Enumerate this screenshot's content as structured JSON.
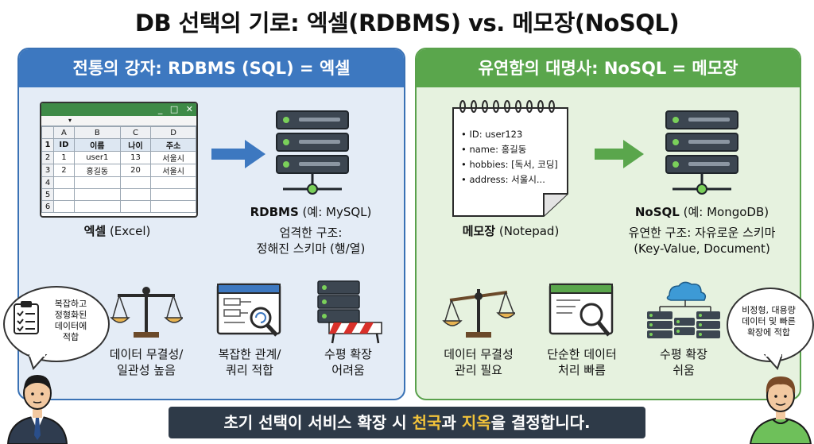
{
  "title": "DB 선택의 기로: 엑셀(RDBMS) vs. 메모장(NoSQL)",
  "left": {
    "header": "전통의 강자: RDBMS (SQL) = 엑셀",
    "excel": {
      "col_letters": [
        "A",
        "B",
        "C",
        "D"
      ],
      "row_numbers": [
        "1",
        "2",
        "3",
        "4",
        "5",
        "6"
      ],
      "headers": [
        "ID",
        "이름",
        "나이",
        "주소"
      ],
      "rows": [
        [
          "1",
          "user1",
          "13",
          "서울시"
        ],
        [
          "2",
          "홍길동",
          "20",
          "서울시"
        ]
      ],
      "window_controls": [
        "_",
        "□",
        "✕"
      ]
    },
    "excel_caption_bold": "엑셀",
    "excel_caption_rest": " (Excel)",
    "db_caption_bold": "RDBMS",
    "db_caption_rest": " (예: MySQL)",
    "structure_line1": "엄격한 구조:",
    "structure_line2": "정해진 스키마 (행/열)",
    "bubble_text": [
      "복잡하고",
      "정형화된",
      "데이터에",
      "적합"
    ],
    "features": [
      {
        "line1": "데이터 무결성/",
        "line2": "일관성 높음",
        "icon": "scale-icon"
      },
      {
        "line1": "복잡한 관계/",
        "line2": "쿼리 적합",
        "icon": "query-window-icon"
      },
      {
        "line1": "수평 확장",
        "line2": "어려움",
        "icon": "server-barrier-icon"
      }
    ]
  },
  "right": {
    "header": "유연함의 대명사: NoSQL = 메모장",
    "note_lines": [
      "ID: user123",
      "name: 홍길동",
      "hobbies: [독서, 코딩]",
      "address: 서울시..."
    ],
    "note_caption_bold": "메모장",
    "note_caption_rest": " (Notepad)",
    "db_caption_bold": "NoSQL",
    "db_caption_rest": " (예: MongoDB)",
    "structure_line1": "유연한 구조: 자유로운 스키마",
    "structure_line2": "(Key-Value, Document)",
    "bubble_text": [
      "비정형, 대용량",
      "데이터 및 빠른",
      "확장에 적합"
    ],
    "features": [
      {
        "line1": "데이터 무결성",
        "line2": "관리 필요",
        "icon": "scale-icon"
      },
      {
        "line1": "단순한 데이터",
        "line2": "처리 빠름",
        "icon": "search-window-icon"
      },
      {
        "line1": "수평 확장",
        "line2": "쉬움",
        "icon": "cloud-servers-icon"
      }
    ]
  },
  "bottom": {
    "before": "초기 선택이 서비스 확장 시 ",
    "word1": "천국",
    "middle": "과 ",
    "word2": "지옥",
    "after": "을 결정합니다."
  },
  "colors": {
    "blue": "#3d78c0",
    "green": "#5aa64c",
    "highlight": "#f2c33a",
    "banner": "#2e3a48"
  }
}
